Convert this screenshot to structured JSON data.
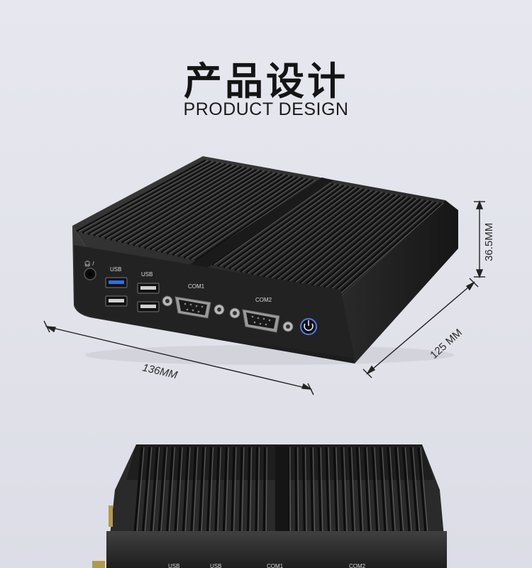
{
  "header": {
    "title_zh": "产品设计",
    "title_en": "PRODUCT DESIGN"
  },
  "device": {
    "port_labels": {
      "usb_left": "USB",
      "usb_right": "USB",
      "com1": "COM1",
      "com2": "COM2"
    },
    "dimensions": {
      "width": "136MM",
      "depth": "125 MM",
      "height": "36.5MM"
    }
  },
  "colors": {
    "background": "#e3e4ec",
    "chassis": "#2b2b2b",
    "usb3_accent": "#2f6fe0",
    "power_ring": "#4a7ff0"
  }
}
